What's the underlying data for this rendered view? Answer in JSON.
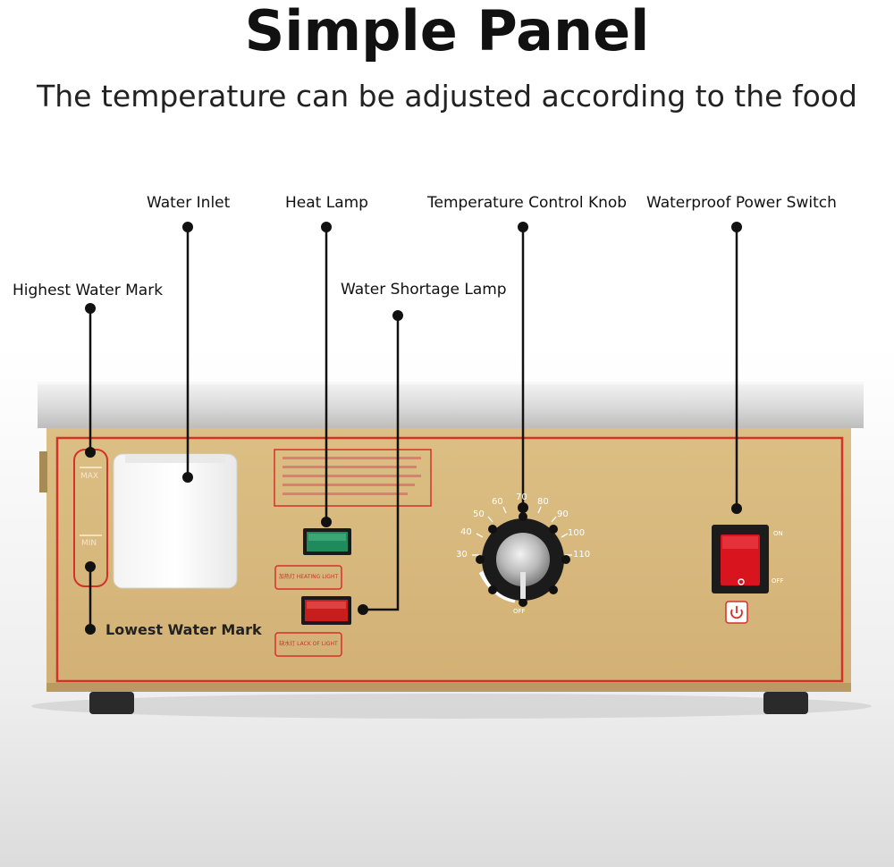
{
  "header": {
    "title": "Simple Panel",
    "subtitle": "The temperature can be adjusted according to the food"
  },
  "callouts": {
    "water_inlet": "Water Inlet",
    "heat_lamp": "Heat Lamp",
    "temp_knob": "Temperature Control Knob",
    "power_switch": "Waterproof Power Switch",
    "highest_mark": "Highest Water Mark",
    "shortage_lamp": "Water Shortage Lamp",
    "lowest_mark": "Lowest Water Mark"
  },
  "panel": {
    "max_label": "MAX",
    "min_label": "MIN",
    "heat_lamp_caption": "加热灯 HEATING LIGHT",
    "shortage_lamp_caption": "缺水灯 LACK OF LIGHT",
    "dial_numbers": [
      "30",
      "40",
      "50",
      "60",
      "70",
      "80",
      "90",
      "100",
      "110"
    ],
    "dial_off": "OFF",
    "switch_on": "ON",
    "switch_off": "OFF"
  },
  "colors": {
    "panel_gold": "#d7b87c",
    "panel_border": "#d4312b",
    "heat_lamp": "#1f8a5b",
    "shortage_lamp": "#c91d1d",
    "switch_red": "#d8141e"
  }
}
